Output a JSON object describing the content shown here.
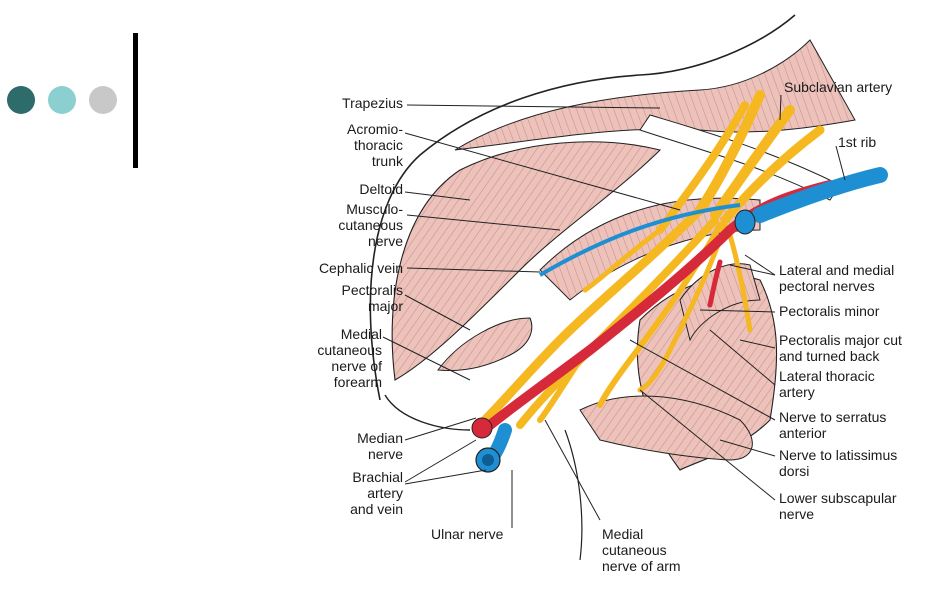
{
  "colors": {
    "dot_1": "#2e6b6b",
    "dot_2": "#8ccfd0",
    "dot_3": "#c8c8c8",
    "muscle": "#ecc2bb",
    "muscle_stripe": "#c98f88",
    "nerve": "#f5b820",
    "artery": "#d62a3a",
    "vein": "#1f8fd4",
    "outline": "#222222"
  },
  "icons": [
    "slide-dots-icon",
    "vertical-rule"
  ],
  "labels": {
    "trapezius": "Trapezius",
    "acromiothoracic_trunk": "Acromio-\nthoracic\ntrunk",
    "deltoid": "Deltoid",
    "musculocutaneous_nerve": "Musculo-\ncutaneous\nnerve",
    "cephalic_vein": "Cephalic vein",
    "pectoralis_major": "Pectoralis\nmajor",
    "medial_cutaneous_forearm": "Medial\ncutaneous\nnerve of\nforearm",
    "median_nerve": "Median\nnerve",
    "brachial_artery_vein": "Brachial\nartery\nand vein",
    "ulnar_nerve": "Ulnar nerve",
    "medial_cutaneous_arm": "Medial\ncutaneous\nnerve of arm",
    "subclavian_artery": "Subclavian artery",
    "first_rib": "1st rib",
    "pectoral_nerves": "Lateral and medial\npectoral nerves",
    "pectoralis_minor": "Pectoralis minor",
    "pectoralis_major_cut": "Pectoralis major cut\nand turned back",
    "lateral_thoracic_artery": "Lateral thoracic\nartery",
    "nerve_serratus": "Nerve to serratus\nanterior",
    "nerve_latissimus": "Nerve to latissimus\ndorsi",
    "lower_subscapular": "Lower subscapular\nnerve"
  }
}
